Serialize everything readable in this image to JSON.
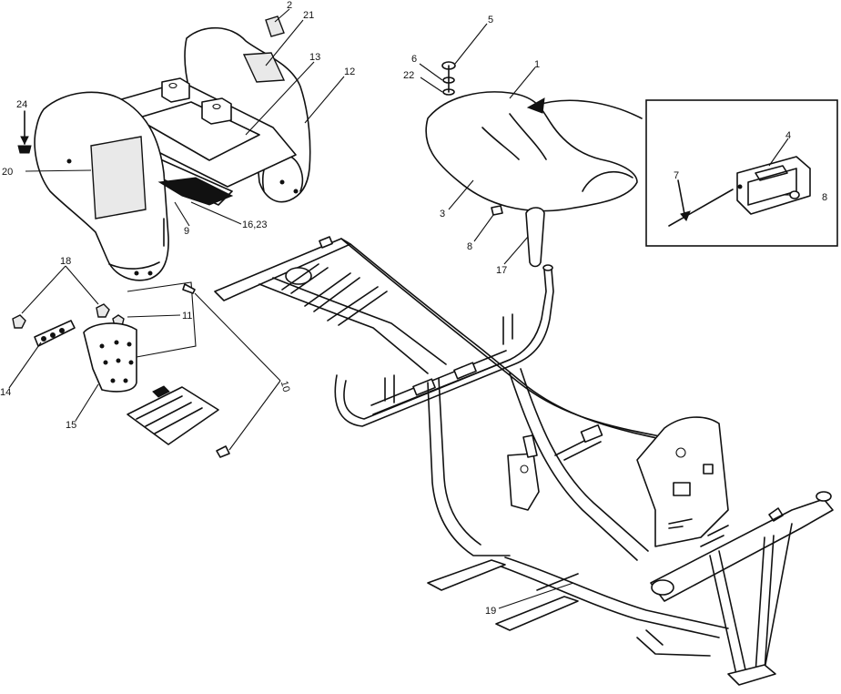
{
  "labels": {
    "l1": "1",
    "l2": "2",
    "l3": "3",
    "l4": "4",
    "l5": "5",
    "l6": "6",
    "l7": "7",
    "l8a": "8",
    "l8b": "8",
    "l9": "9",
    "l10": "10",
    "l11": "11",
    "l12": "12",
    "l13": "13",
    "l14": "14",
    "l15": "15",
    "l16_23": "16,23",
    "l17": "17",
    "l18": "18",
    "l19": "19",
    "l20": "20",
    "l21": "21",
    "l22": "22",
    "l24": "24"
  }
}
